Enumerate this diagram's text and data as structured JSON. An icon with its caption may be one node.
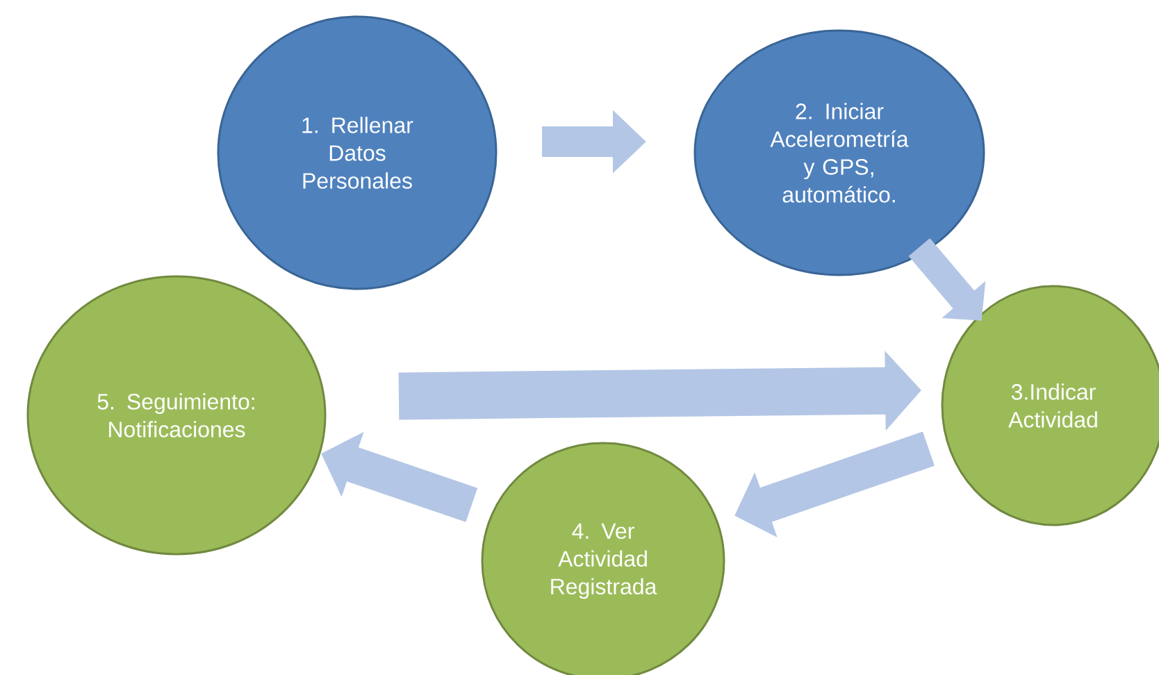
{
  "diagram": {
    "nodes": [
      {
        "text": [
          "1. Rellenar Datos Personales"
        ]
      },
      {
        "text": [
          "2. Iniciar Acelerometría y GPS, automático."
        ]
      },
      {
        "text": [
          "3.Indicar Actividad"
        ]
      },
      {
        "text": [
          "4. Ver Actividad Registrada"
        ]
      },
      {
        "text": [
          "5. Seguimiento: Notificaciones"
        ]
      }
    ],
    "edges": [
      {
        "from": 0,
        "to": 1,
        "arrow": "to"
      },
      {
        "from": 1,
        "to": 2,
        "arrow": "to"
      },
      {
        "from": 4,
        "to": 2,
        "arrow": "to"
      },
      {
        "from": 2,
        "to": 3,
        "arrow": "to"
      },
      {
        "from": 3,
        "to": 4,
        "arrow": "to"
      }
    ]
  }
}
